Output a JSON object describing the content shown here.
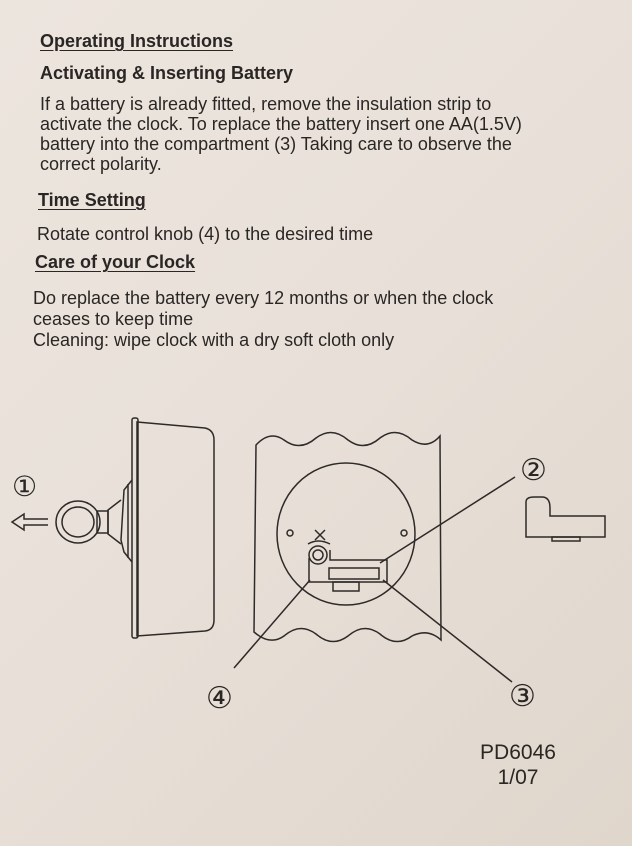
{
  "heading": "Operating Instructions",
  "sections": [
    {
      "title": "Activating & Inserting Battery",
      "lines": [
        "If a battery is already fitted, remove the insulation strip to",
        "activate the clock. To replace the battery insert one AA(1.5V)",
        "battery into the compartment (3) Taking care to observe the",
        "correct polarity."
      ]
    },
    {
      "title": "Time Setting",
      "lines": [
        "Rotate control knob (4) to the desired time"
      ]
    },
    {
      "title": "Care of your Clock",
      "lines": [
        "Do replace the battery every 12 months or when the clock",
        "ceases to keep time",
        "Cleaning: wipe clock with a dry soft cloth only"
      ]
    }
  ],
  "diagram": {
    "labels": [
      "①",
      "②",
      "③",
      "④"
    ]
  },
  "footer": {
    "model": "PD6046",
    "date": "1/07"
  }
}
